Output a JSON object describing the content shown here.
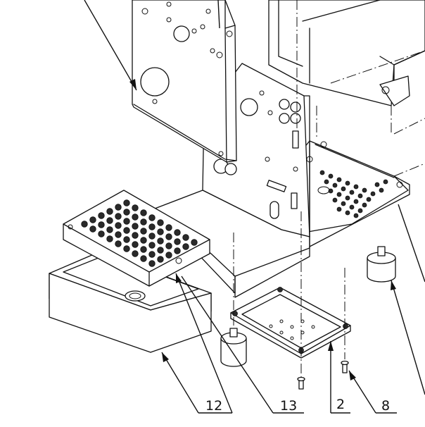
{
  "diagram": {
    "labels": [
      {
        "id": "12",
        "text": "12"
      },
      {
        "id": "13",
        "text": "13"
      },
      {
        "id": "2",
        "text": "2"
      },
      {
        "id": "8",
        "text": "8"
      }
    ]
  }
}
